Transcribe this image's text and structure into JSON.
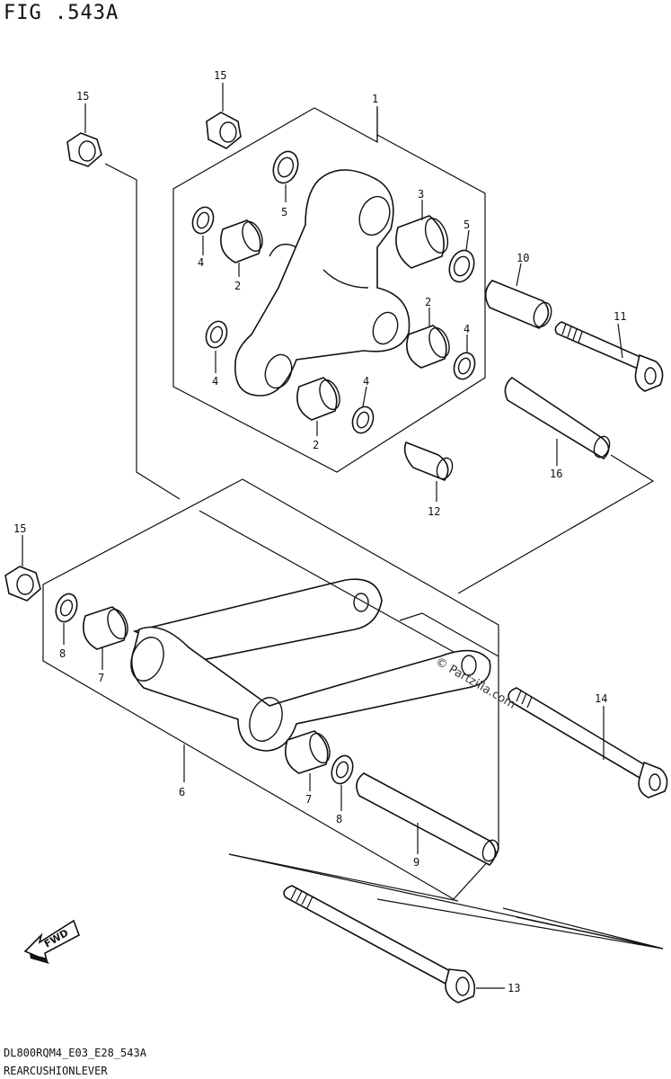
{
  "figure": {
    "title": "FIG .543A",
    "model_code": "DL800RQM4_E03_E28_543A",
    "part_name": "REARCUSHIONLEVER"
  },
  "callouts": {
    "c1": "1",
    "c2a": "2",
    "c2b": "2",
    "c2c": "2",
    "c3": "3",
    "c4a": "4",
    "c4b": "4",
    "c4c": "4",
    "c4d": "4",
    "c5a": "5",
    "c5b": "5",
    "c6": "6",
    "c7a": "7",
    "c7b": "7",
    "c8a": "8",
    "c8b": "8",
    "c9": "9",
    "c10": "10",
    "c11": "11",
    "c12": "12",
    "c13": "13",
    "c14": "14",
    "c15a": "15",
    "c15b": "15",
    "c15c": "15",
    "c16": "16"
  },
  "watermark": "© Partzilla.com",
  "fwd_label": "FWD"
}
